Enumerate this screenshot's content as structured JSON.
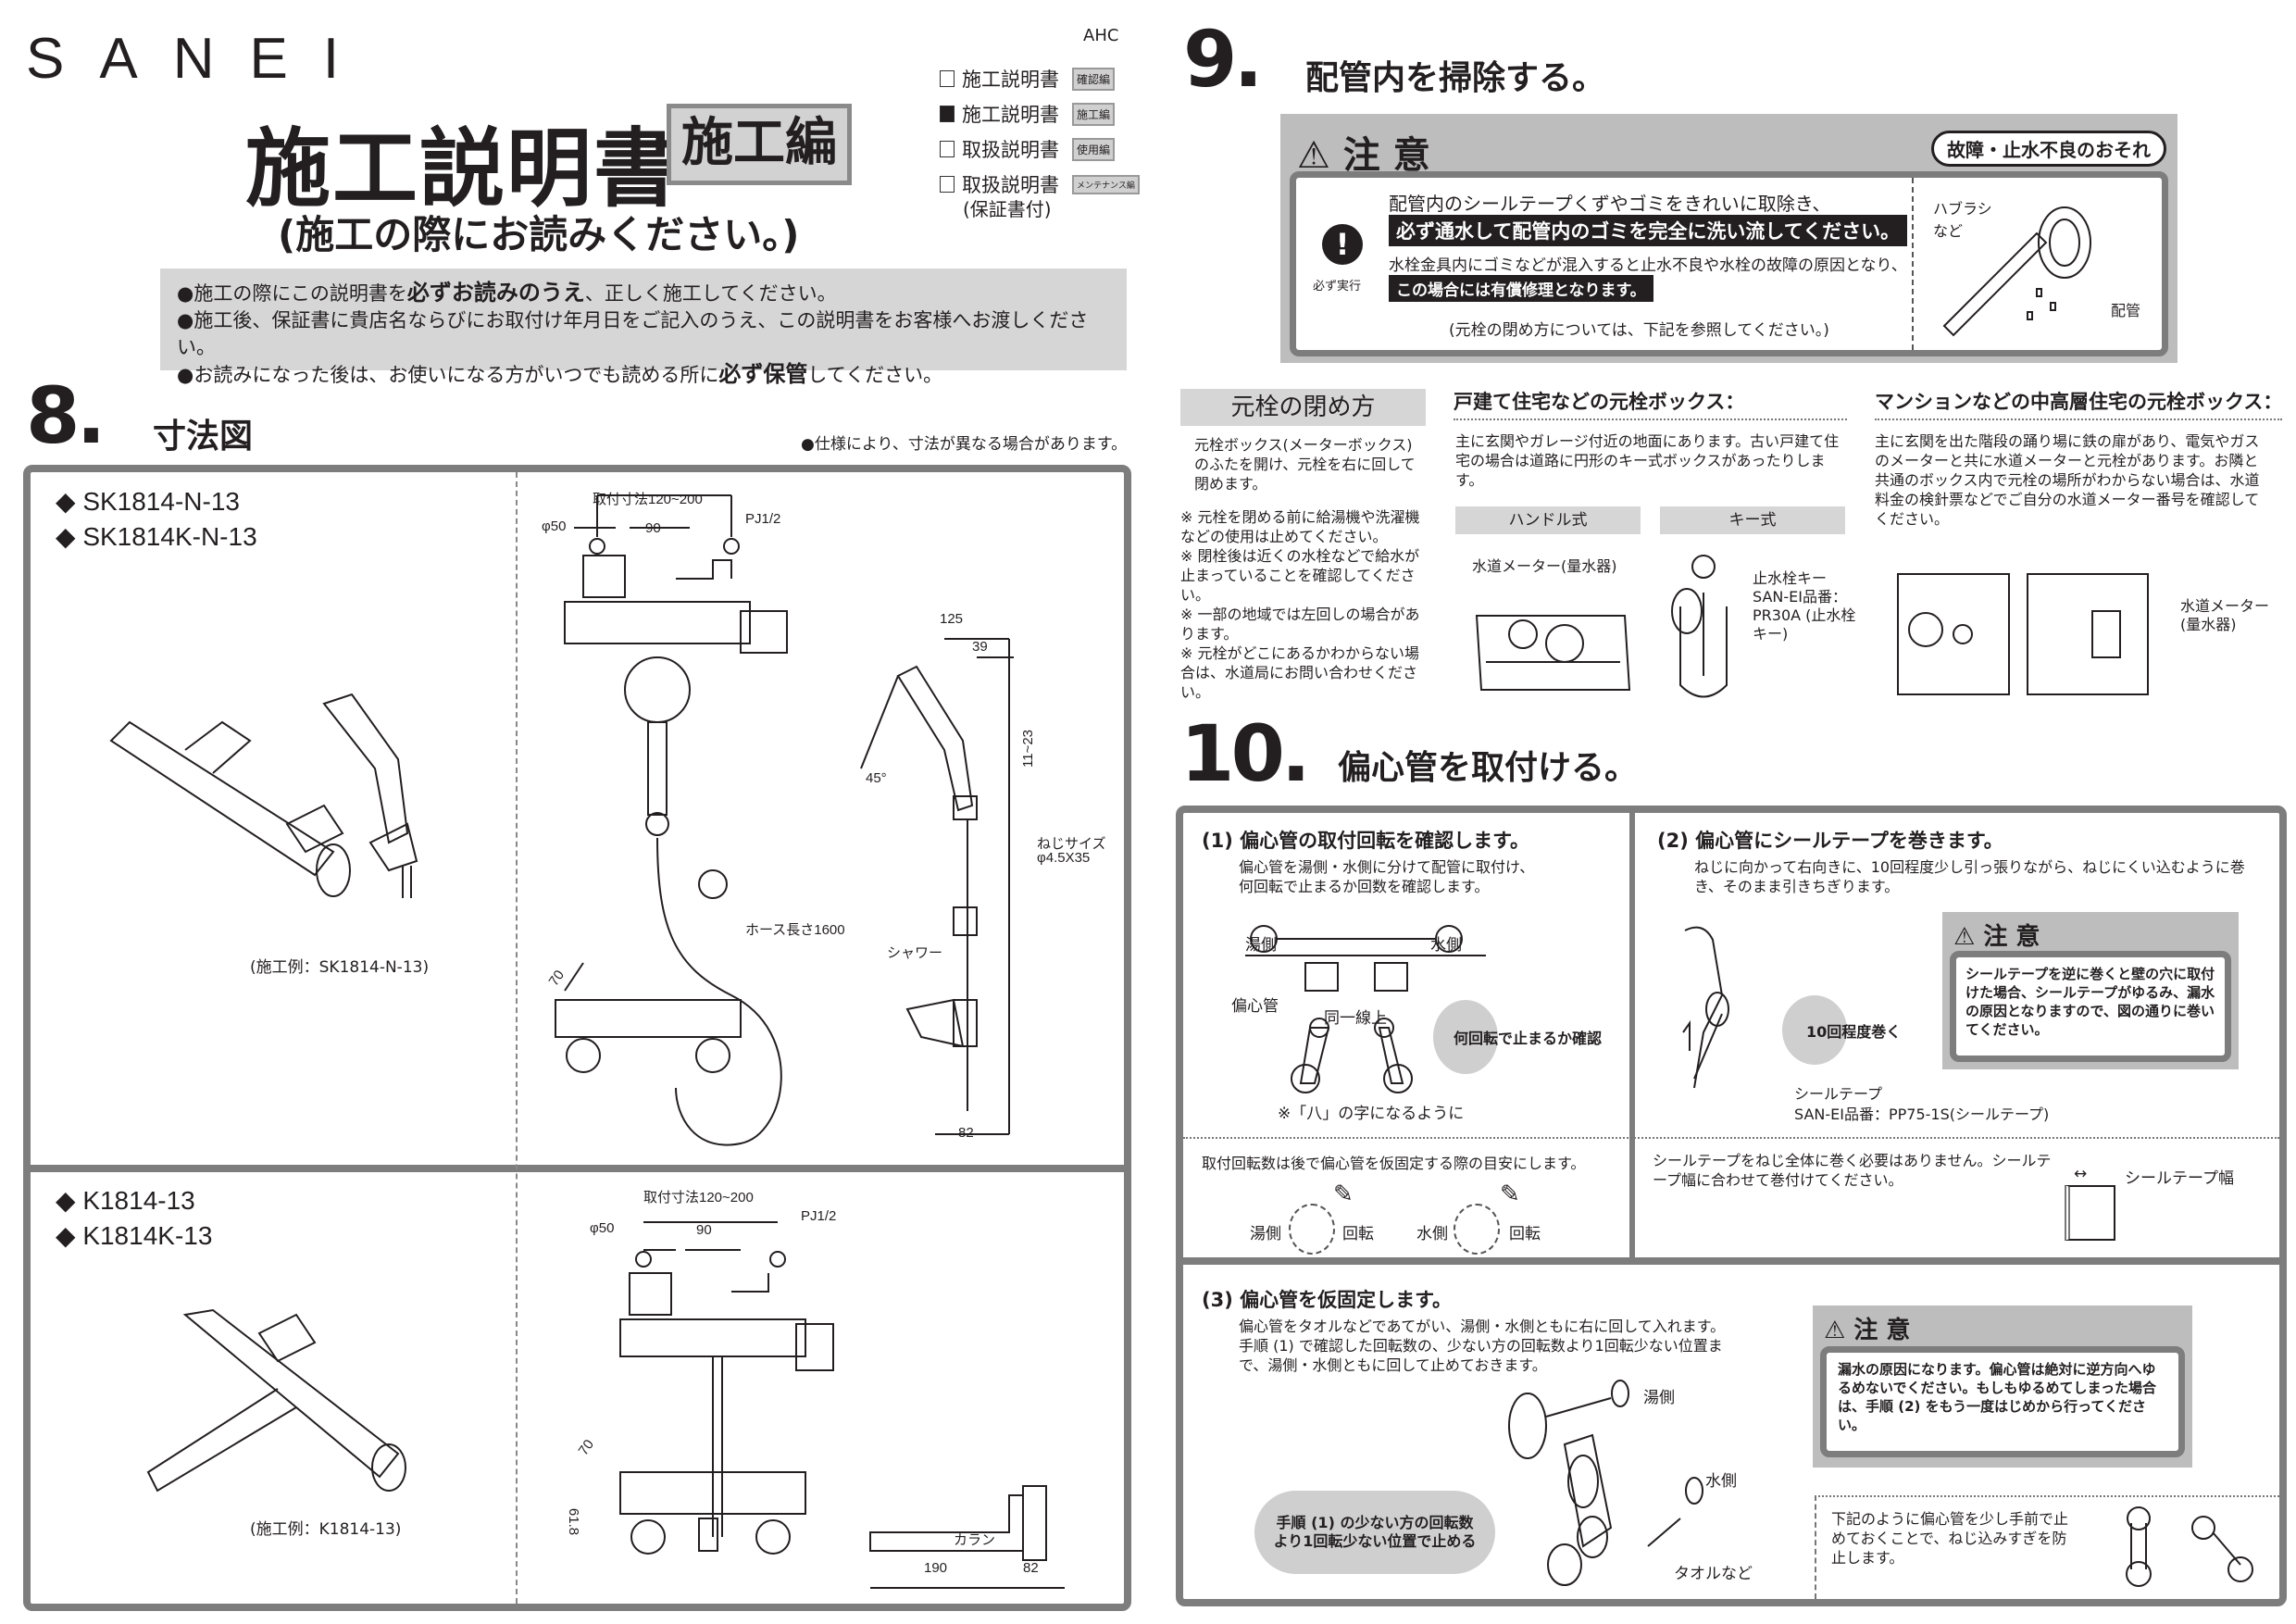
{
  "header": {
    "brand": "SANEI",
    "code": "AHC",
    "title": "施工説明書",
    "edition": "施工編",
    "subtitle": "(施工の際にお読みください。)",
    "manual_list": [
      {
        "label": "施工説明書",
        "tag": "確認編",
        "checked": false
      },
      {
        "label": "施工説明書",
        "tag": "施工編",
        "checked": true
      },
      {
        "label": "取扱説明書",
        "tag": "使用編",
        "checked": false
      },
      {
        "label": "取扱説明書",
        "tag": "メンテナンス編",
        "checked": false,
        "note": "(保証書付)"
      }
    ],
    "notices": [
      {
        "pre": "●施工の際にこの説明書を",
        "bold": "必ずお読みのうえ",
        "post": "、正しく施工してください。"
      },
      {
        "pre": "●施工後、保証書に貴店名ならびにお取付け年月日をご記入のうえ、この説明書をお客様へお渡しください。",
        "bold": "",
        "post": ""
      },
      {
        "pre": "●お読みになった後は、お使いになる方がいつでも読める所に",
        "bold": "必ず保管",
        "post": "してください。"
      }
    ]
  },
  "section8": {
    "number": "8.",
    "title": "寸法図",
    "note": "●仕様により、寸法が異なる場合があります。",
    "upper": {
      "models": [
        "◆ SK1814-N-13",
        "◆ SK1814K-N-13"
      ],
      "caption": "(施工例：SK1814-N-13)",
      "dims": {
        "mount": "取付寸法120~200",
        "phi": "φ50",
        "d90": "90",
        "pj": "PJ1/2",
        "d125": "125",
        "d39": "39",
        "d11_23": "11~23",
        "angle": "45°",
        "screw1": "ねじサイズ",
        "screw2": "φ4.5X35",
        "hose": "ホース長さ1600",
        "shower": "シャワー",
        "d70": "70",
        "d82": "82"
      }
    },
    "lower": {
      "models": [
        "◆ K1814-13",
        "◆ K1814K-13"
      ],
      "caption": "(施工例：K1814-13)",
      "dims": {
        "mount": "取付寸法120~200",
        "phi": "φ50",
        "d90": "90",
        "pj": "PJ1/2",
        "d70": "70",
        "d61_8": "61.8",
        "karan": "カラン",
        "d190": "190",
        "d82": "82"
      }
    }
  },
  "section9": {
    "number": "9.",
    "title": "配管内を掃除する。",
    "caution": {
      "heading": "注 意",
      "badge": "故障・止水不良のおそれ",
      "must_label": "必ず実行",
      "line1": "配管内のシールテープくずやゴミをきれいに取除き、",
      "line2": "必ず通水して配管内のゴミを完全に洗い流してください。",
      "line3": "水栓金具内にゴミなどが混入すると止水不良や水栓の故障の原因となり、",
      "line4": "この場合には有償修理となります。",
      "line5": "(元栓の閉め方については、下記を参照してください。)",
      "fig_brush": "ハブラシ など",
      "fig_pipe": "配管"
    },
    "valve": {
      "heading": "元栓の閉め方",
      "desc": "元栓ボックス(メーターボックス)のふたを開け、元栓を右に回して閉めます。",
      "notes": [
        "※ 元栓を閉める前に給湯機や洗濯機などの使用は止めてください。",
        "※ 閉栓後は近くの水栓などで給水が止まっていることを確認してください。",
        "※ 一部の地域では左回しの場合があります。",
        "※ 元栓がどこにあるかわからない場合は、水道局にお問い合わせください。"
      ],
      "house": {
        "heading": "戸建て住宅などの元栓ボックス：",
        "text": "主に玄関やガレージ付近の地面にあります。古い戸建て住宅の場合は道路に円形のキー式ボックスがあったりします。",
        "type_handle": "ハンドル式",
        "type_key": "キー式",
        "meter_label": "水道メーター(量水器)",
        "key_label": "止水栓キー SAN-EI品番：PR30A (止水栓キー)"
      },
      "mansion": {
        "heading": "マンションなどの中高層住宅の元栓ボックス：",
        "text": "主に玄関を出た階段の踊り場に鉄の扉があり、電気やガスのメーターと共に水道メーターと元栓があります。お隣と共通のボックス内で元栓の場所がわからない場合は、水道料金の検針票などでご自分の水道メーター番号を確認してください。",
        "meter_label": "水道メーター (量水器)"
      }
    }
  },
  "section10": {
    "number": "10.",
    "title": "偏心管を取付ける。",
    "step1": {
      "heading": "(1) 偏心管の取付回転を確認します。",
      "text": "偏心管を湯側・水側に分けて配管に取付け、何回転で止まるか回数を確認します。",
      "hot": "湯側",
      "cold": "水側",
      "pipe": "偏心管",
      "same_line": "同一線上",
      "cloud": "何回転で止まるか確認",
      "note": "※「八」の字になるように",
      "bottom_text": "取付回転数は後で偏心管を仮固定する際の目安にします。",
      "rot": "回転"
    },
    "step2": {
      "heading": "(2) 偏心管にシールテープを巻きます。",
      "text": "ねじに向かって右向きに、10回程度少し引っ張りながら、ねじにくい込むように巻き、そのまま引きちぎります。",
      "cloud": "10回程度巻く",
      "tape_label": "シールテープ",
      "tape_part": "SAN-EI品番：PP75-1S(シールテープ)",
      "caution_heading": "注 意",
      "caution_text": "シールテープを逆に巻くと壁の穴に取付けた場合、シールテープがゆるみ、漏水の原因となりますので、図の通りに巻いてください。",
      "bottom_text": "シールテープをねじ全体に巻く必要はありません。シールテープ幅に合わせて巻付けてください。",
      "width_label": "シールテープ幅"
    },
    "step3": {
      "heading": "(3) 偏心管を仮固定します。",
      "text": "偏心管をタオルなどであてがい、湯側・水側ともに右に回して入れます。手順 (1) で確認した回転数の、少ない方の回転数より1回転少ない位置まで、湯側・水側ともに回して止めておきます。",
      "cloud": "手順 (1) の少ない方の回転数より1回転少ない位置で止める",
      "hot": "湯側",
      "cold": "水側",
      "towel": "タオルなど",
      "caution_heading": "注 意",
      "caution_text": "漏水の原因になります。偏心管は絶対に逆方向へゆるめないでください。もしもゆるめてしまった場合は、手順 (2) をもう一度はじめから行ってください。",
      "tip": "下記のように偏心管を少し手前で止めておくことで、ねじ込みすぎを防止します。"
    }
  },
  "colors": {
    "frame": "#7d7d7d",
    "panel": "#d6d6d6",
    "caution": "#bdbdbd",
    "ink": "#231f20"
  }
}
